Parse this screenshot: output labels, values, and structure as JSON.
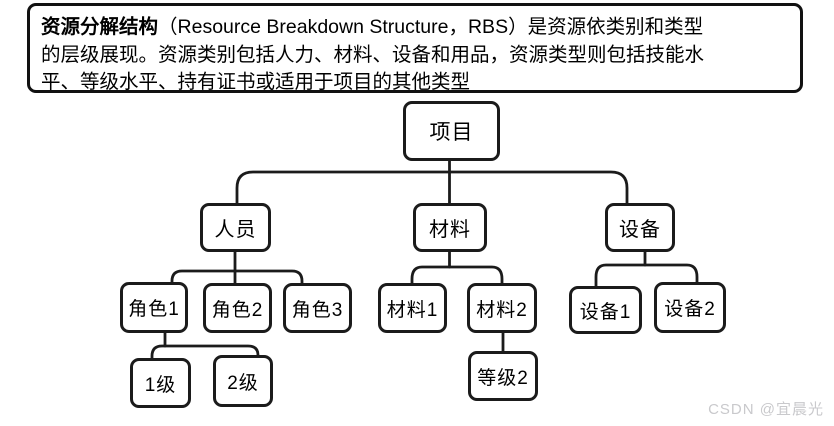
{
  "description": {
    "bold_lead": "资源分解结构",
    "line1_rest": "（Resource Breakdown Structure，RBS）是资源依类别和类型",
    "line2": "的层级展现。资源类别包括人力、材料、设备和用品，资源类型则包括技能水",
    "line3": "平、等级水平、持有证书或适用于项目的其他类型"
  },
  "tree": {
    "nodes": {
      "project": "项目",
      "personnel": "人员",
      "material": "材料",
      "equipment": "设备",
      "role1": "角色1",
      "role2": "角色2",
      "role3": "角色3",
      "material1": "材料1",
      "material2": "材料2",
      "equipment1": "设备1",
      "equipment2": "设备2",
      "level1": "1级",
      "level2": "2级",
      "grade2": "等级2"
    },
    "edges": [
      [
        "project",
        "personnel"
      ],
      [
        "project",
        "material"
      ],
      [
        "project",
        "equipment"
      ],
      [
        "personnel",
        "role1"
      ],
      [
        "personnel",
        "role2"
      ],
      [
        "personnel",
        "role3"
      ],
      [
        "role1",
        "level1"
      ],
      [
        "role1",
        "level2"
      ],
      [
        "material",
        "material1"
      ],
      [
        "material",
        "material2"
      ],
      [
        "material2",
        "grade2"
      ],
      [
        "equipment",
        "equipment1"
      ],
      [
        "equipment",
        "equipment2"
      ]
    ]
  },
  "watermark": {
    "text": "CSDN @宜晨光"
  },
  "colors": {
    "background": "#ffffff",
    "line": "#1b1b1b",
    "text": "#000000",
    "watermark": "#c9c9cc"
  }
}
